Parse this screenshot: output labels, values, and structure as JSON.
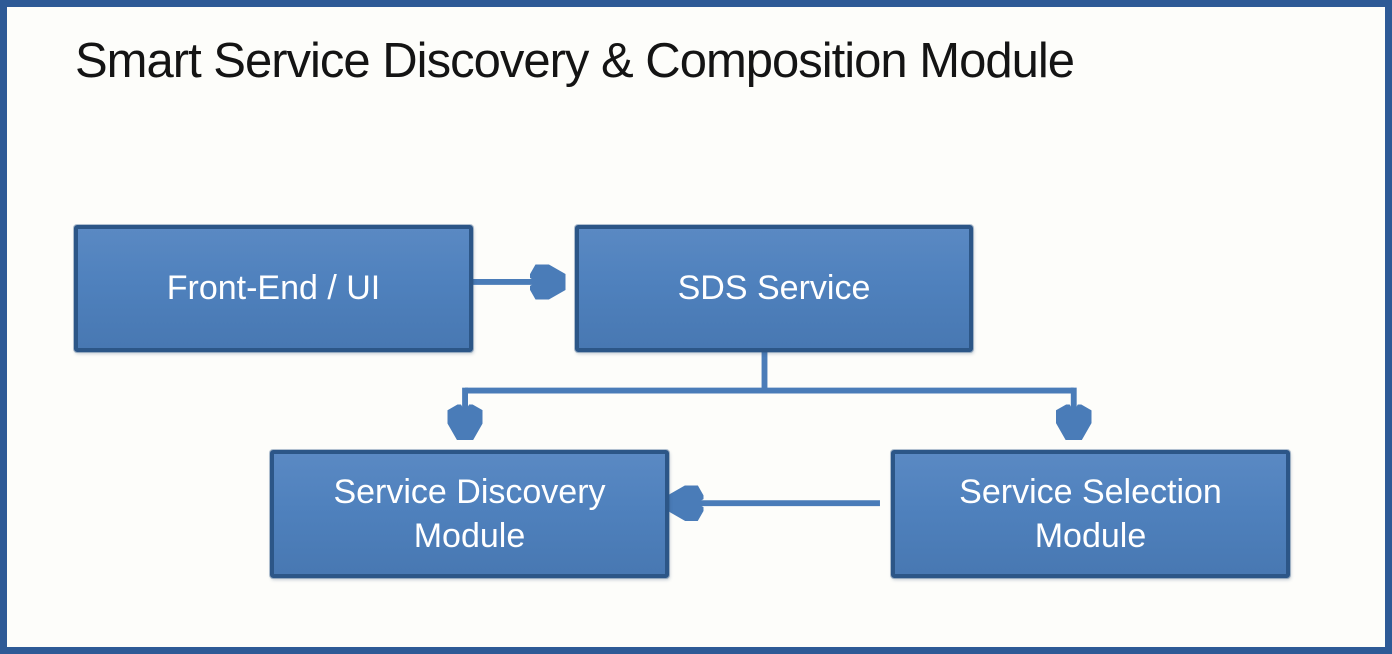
{
  "diagram": {
    "title": "Smart Service Discovery & Composition Module",
    "nodes": [
      {
        "id": "frontend",
        "label": "Front-End / UI"
      },
      {
        "id": "sds",
        "label": "SDS Service"
      },
      {
        "id": "discovery",
        "label": "Service Discovery Module"
      },
      {
        "id": "selection",
        "label": "Service Selection Module"
      }
    ],
    "edges": [
      {
        "from": "frontend",
        "to": "sds",
        "direction": "right"
      },
      {
        "from": "sds",
        "to": "discovery",
        "direction": "down"
      },
      {
        "from": "sds",
        "to": "selection",
        "direction": "down"
      },
      {
        "from": "selection",
        "to": "discovery",
        "direction": "left"
      }
    ],
    "colors": {
      "node_fill": "#4F81BD",
      "node_border": "#2C5687",
      "connector": "#4A7CB8",
      "frame_border": "#2E5A96",
      "background": "#FDFDFA",
      "title_text": "#141414",
      "node_text": "#FFFFFF"
    }
  }
}
